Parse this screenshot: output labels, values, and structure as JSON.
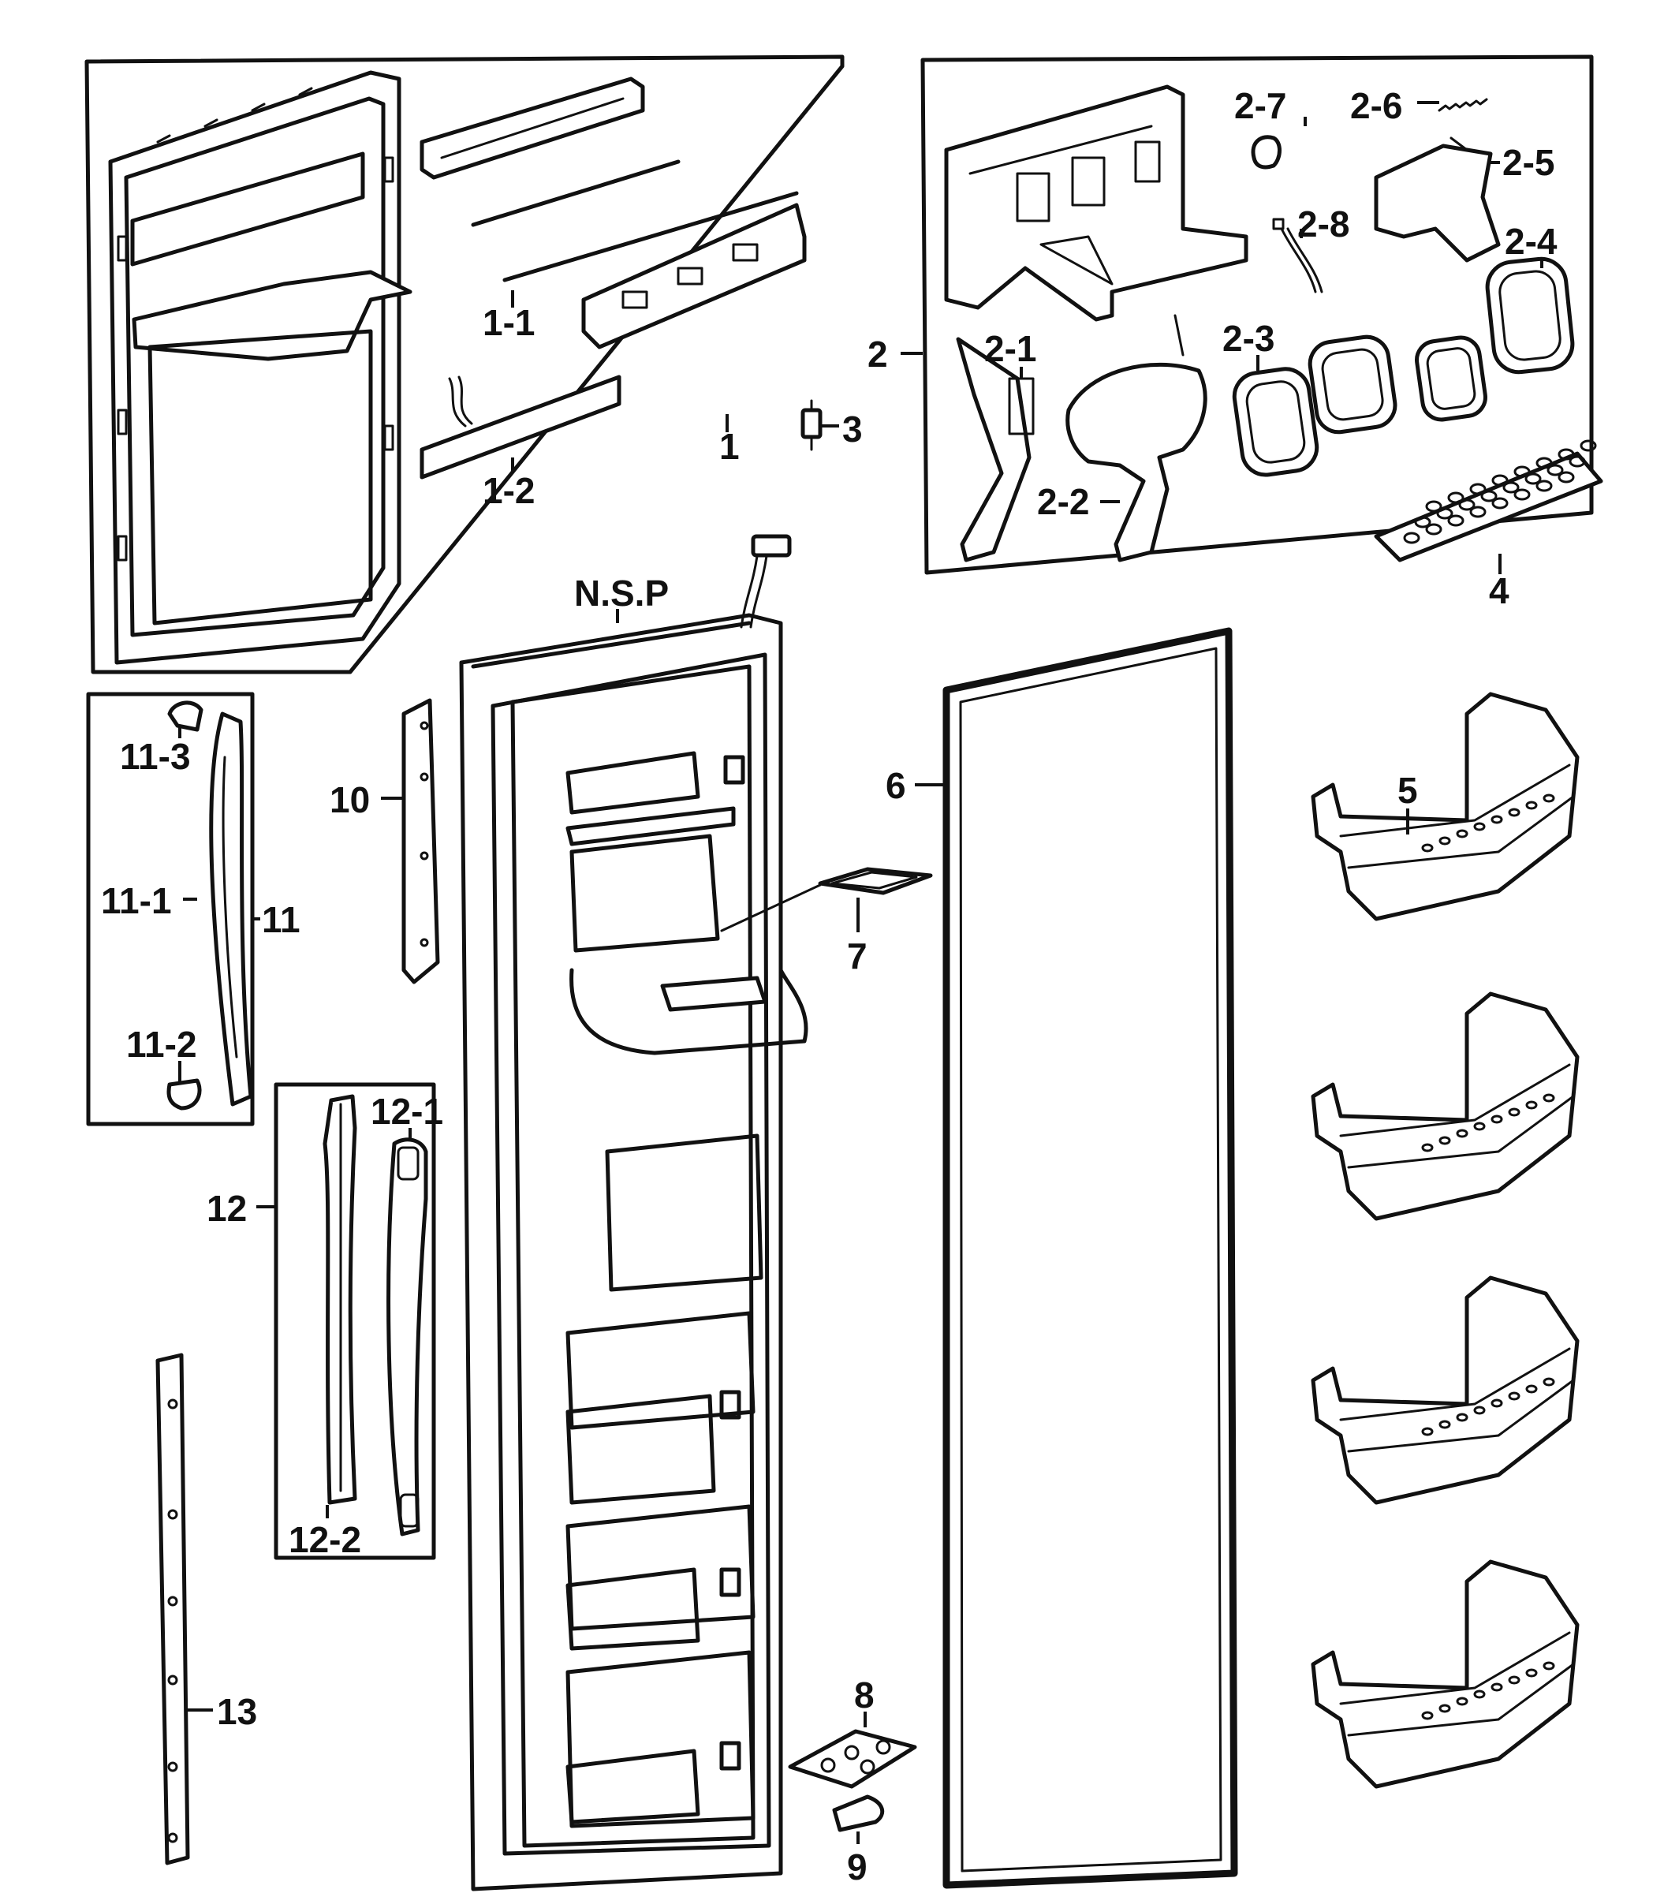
{
  "labels": {
    "l1": "1",
    "l1_1": "1-1",
    "l1_2": "1-2",
    "l2": "2",
    "l2_1": "2-1",
    "l2_2": "2-2",
    "l2_3": "2-3",
    "l2_4": "2-4",
    "l2_5": "2-5",
    "l2_6": "2-6",
    "l2_7": "2-7",
    "l2_8": "2-8",
    "l3": "3",
    "l4": "4",
    "l5": "5",
    "l6": "6",
    "l7": "7",
    "l8": "8",
    "l9": "9",
    "l10": "10",
    "l11": "11",
    "l11_1": "11-1",
    "l11_2": "11-2",
    "l11_3": "11-3",
    "l12": "12",
    "l12_1": "12-1",
    "l12_2": "12-2",
    "l13": "13",
    "nsp": "N.S.P"
  }
}
